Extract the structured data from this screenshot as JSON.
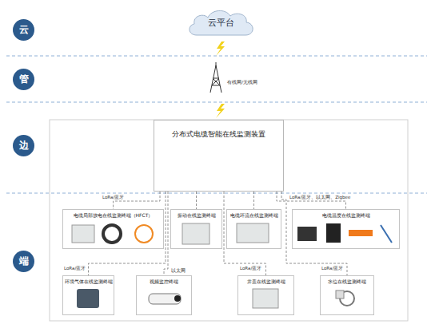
{
  "diagram": {
    "nodes": [
      {
        "text": [
          "云"
        ]
      },
      {
        "text": [
          "管"
        ]
      },
      {
        "text": [
          "边"
        ]
      },
      {
        "text": [
          "端"
        ]
      },
      {
        "text": [
          "云平台"
        ]
      },
      {
        "text": [
          "分布式电缆智能在线监测装置"
        ]
      },
      {
        "text": [
          "电缆局部放电在线监测终端（HFCT）"
        ]
      },
      {
        "text": [
          "振动在线监测终端"
        ]
      },
      {
        "text": [
          "电缆环流在线监测终端"
        ]
      },
      {
        "text": [
          "电缆温度在线监测终端"
        ]
      },
      {
        "text": [
          "环境气体在线监测终端"
        ]
      },
      {
        "text": [
          "视频监控终端"
        ]
      },
      {
        "text": [
          "井盖在线监测终端"
        ]
      },
      {
        "text": [
          "水位在线监测终端"
        ]
      }
    ],
    "edges": [
      {
        "from": 5,
        "to": 6,
        "label": "LoRa/蓝牙",
        "arrow": "none"
      },
      {
        "from": 5,
        "to": 7,
        "arrow": "none"
      },
      {
        "from": 5,
        "to": 8,
        "arrow": "none"
      },
      {
        "from": 5,
        "to": 9,
        "label": "LoRa/蓝牙、以太网、Zigbee",
        "arrow": "none"
      },
      {
        "from": 5,
        "to": 10,
        "label": "LoRa/蓝牙",
        "arrow": "none"
      },
      {
        "from": 5,
        "to": 11,
        "label": "以太网",
        "arrow": "none"
      },
      {
        "from": 5,
        "to": 12,
        "label": "LoRa/蓝牙",
        "arrow": "none"
      },
      {
        "from": 5,
        "to": 13,
        "label": "LoRa/蓝牙",
        "arrow": "none"
      }
    ],
    "labels": [
      "有线网/无线网"
    ]
  }
}
